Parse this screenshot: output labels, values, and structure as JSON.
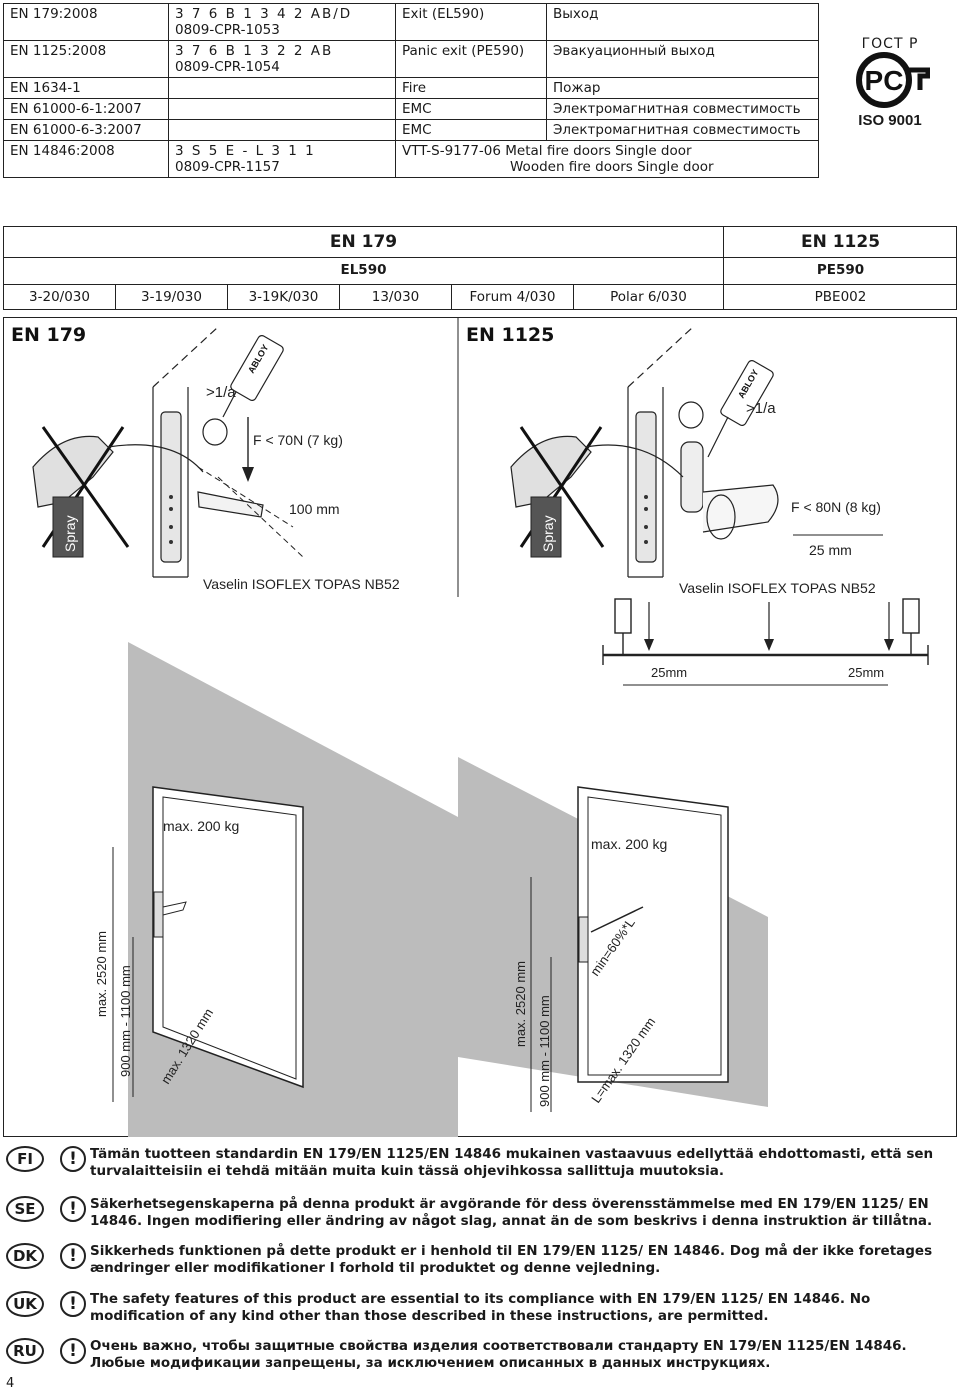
{
  "standards": [
    {
      "std": "EN 179:2008",
      "code": "3 7 6 B 1 3 4 2 AB/D",
      "code2": "0809-CPR-1053",
      "en": "Exit (EL590)",
      "ru": "Выход",
      "en2": ""
    },
    {
      "std": "EN 1125:2008",
      "code": "3 7 6 B 1 3 2 2 AB",
      "code2": "0809-CPR-1054",
      "en": "Panic exit (PE590)",
      "ru": "Эвакуационный выход",
      "en2": ""
    },
    {
      "std": "EN 1634-1",
      "code": "",
      "code2": "",
      "en": "Fire",
      "ru": "Пожар",
      "en2": ""
    },
    {
      "std": "EN 61000-6-1:2007",
      "code": "",
      "code2": "",
      "en": "EMC",
      "ru": "Электромагнитная совместимость",
      "en2": ""
    },
    {
      "std": "EN 61000-6-3:2007",
      "code": "",
      "code2": "",
      "en": "EMC",
      "ru": "Электромагнитная совместимость",
      "en2": ""
    },
    {
      "std": "EN 14846:2008",
      "code": "3 S 5 E - L 3 1 1",
      "code2": "0809-CPR-1157",
      "en": "VTT-S-9177-06 Metal fire doors Single door",
      "ru": "",
      "en2": "Wooden fire doors Single door"
    }
  ],
  "gost": {
    "title": "ГОСТ Р",
    "logo_letters": "PC",
    "iso": "ISO 9001"
  },
  "models": {
    "en179": "EN 179",
    "en1125": "EN 1125",
    "el590": "EL590",
    "pe590": "PE590",
    "list": [
      "3-20/030",
      "3-19/030",
      "3-19K/030",
      "13/030",
      "Forum 4/030",
      "Polar 6/030"
    ],
    "pbe": "PBE002"
  },
  "diagram": {
    "left_head": "EN 179",
    "right_head": "EN 1125",
    "ratio_left": ">1/a",
    "ratio_right": ">1/a",
    "force_left": "F < 70N (7 kg)",
    "force_right": "F < 80N (8 kg)",
    "dist_left": "100 mm",
    "dist_right": "25 mm",
    "spray": "Spray",
    "vaselin": "Vaselin ISOFLEX TOPAS NB52",
    "brand": "ABLOY",
    "bar_gap_left": "25mm",
    "bar_gap_right": "25mm",
    "max_weight": "max. 200 kg",
    "max_height": "max. 2520 mm",
    "handle_height": "900 mm - 1100 mm",
    "max_width": "max. 1320 mm",
    "min_width": "L=max. 1320 mm",
    "min_pct": "min=60%*L"
  },
  "warnings": [
    {
      "flag": "FI",
      "text": "Tämän tuotteen standardin EN 179/EN 1125/EN 14846 mukainen vastaavuus edellyttää ehdottomasti, että sen turvalaitteisiin ei tehdä mitään muita kuin tässä ohjevihkossa sallittuja muutoksia."
    },
    {
      "flag": "SE",
      "text": "Säkerhetsegenskaperna på denna produkt är avgörande för dess överensstämmelse med EN 179/EN 1125/ EN 14846. Ingen modifiering eller ändring av något slag, annat än de som beskrivs i denna instruktion är tillåtna."
    },
    {
      "flag": "DK",
      "text": "Sikkerheds funktionen på dette produkt er i henhold til EN 179/EN 1125/ EN 14846. Dog må der ikke foretages ændringer eller modifikationer I forhold til produktet og denne vejledning."
    },
    {
      "flag": "UK",
      "text": "The safety features of this product are essential to its compliance with EN 179/EN 1125/ EN 14846. No modification of any kind other than those described in these instructions, are permitted."
    },
    {
      "flag": "RU",
      "text": "Очень важно, чтобы защитные свойства изделия соответствовали стандарту EN 179/EN 1125/EN 14846. Любые модификации запрещены, за исключением описанных в данных инструкциях."
    }
  ],
  "page_number": "4"
}
